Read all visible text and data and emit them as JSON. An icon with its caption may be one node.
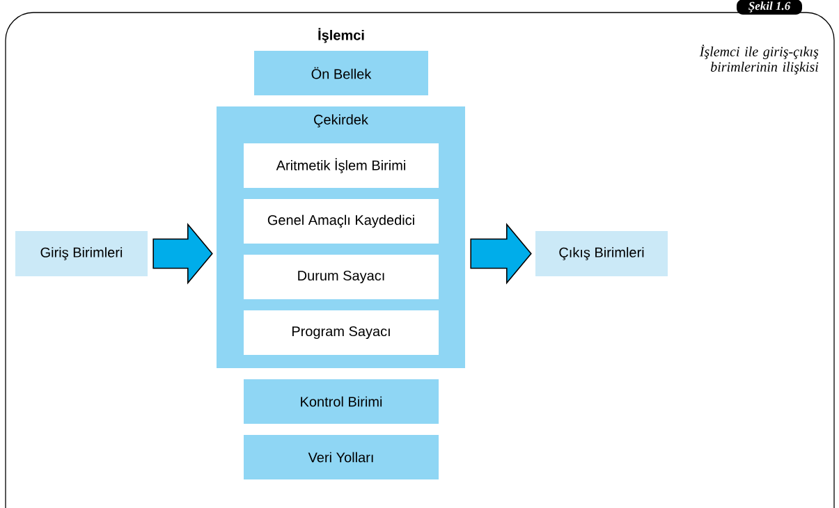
{
  "diagram": {
    "caption": "İşlemci ile giriş-çıkış birimlerinin ilişkisi",
    "nodes": [
      {
        "text": [
          "Giriş Birimleri"
        ]
      },
      {
        "text": [
          "Ön Bellek"
        ]
      },
      {
        "text": [
          "Çekirdek"
        ]
      },
      {
        "text": [
          "Aritmetik İşlem Birimi"
        ],
        "in": 2
      },
      {
        "text": [
          "Genel Amaçlı Kaydedici"
        ],
        "in": 2
      },
      {
        "text": [
          "Durum Sayacı"
        ],
        "in": 2
      },
      {
        "text": [
          "Program Sayacı"
        ],
        "in": 2
      },
      {
        "text": [
          "Kontrol Birimi"
        ]
      },
      {
        "text": [
          "Veri Yolları"
        ]
      },
      {
        "text": [
          "Çıkış Birimleri"
        ]
      }
    ],
    "edges": [
      {
        "from": 0,
        "to": 2,
        "arrow": "to"
      },
      {
        "from": 2,
        "to": 9,
        "arrow": "to"
      }
    ],
    "labels": [
      "Şekil 1.6",
      "İşlemci"
    ]
  }
}
